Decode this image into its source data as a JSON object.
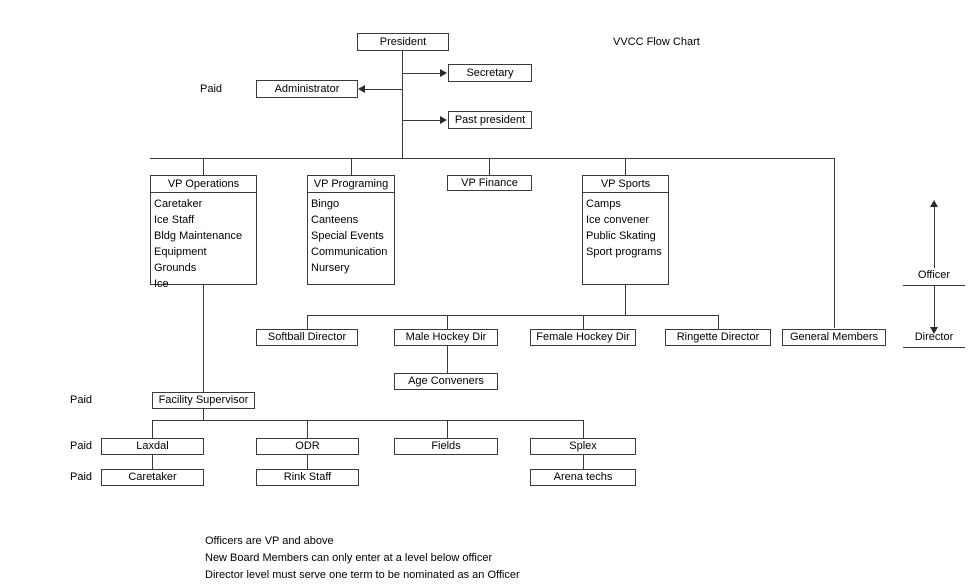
{
  "title": "VVCC Flow Chart",
  "top": {
    "president": "President",
    "secretary": "Secretary",
    "past_president": "Past president",
    "administrator": "Administrator",
    "administrator_paid_label": "Paid"
  },
  "vps": [
    {
      "header": "VP Operations",
      "items": [
        "Caretaker",
        "Ice Staff",
        "Bldg Maintenance",
        "Equipment",
        "Grounds",
        "Ice"
      ]
    },
    {
      "header": "VP Programing",
      "items": [
        "Bingo",
        "Canteens",
        "Special Events",
        "Communication",
        "Nursery"
      ]
    },
    {
      "header": "VP Finance",
      "items": []
    },
    {
      "header": "VP Sports",
      "items": [
        "Camps",
        "Ice convener",
        "Public Skating",
        "Sport programs"
      ]
    }
  ],
  "directors": [
    "Softball Director",
    "Male Hockey Dir",
    "Female Hockey Dir",
    "Ringette Director",
    "General Members"
  ],
  "age_conveners": "Age Conveners",
  "facility": {
    "supervisor": "Facility Supervisor",
    "supervisor_paid_label": "Paid",
    "sites_paid_label": "Paid",
    "staff_paid_label": "Paid",
    "sites": [
      "Laxdal",
      "ODR",
      "Fields",
      "Splex"
    ],
    "staff": [
      "Caretaker",
      "Rink Staff",
      "Arena techs"
    ]
  },
  "scale": {
    "officer": "Officer",
    "director": "Director"
  },
  "notes": [
    "Officers are VP and above",
    "New Board Members can only enter at a level below officer",
    "Director level must serve one term to be nominated as an Officer"
  ]
}
